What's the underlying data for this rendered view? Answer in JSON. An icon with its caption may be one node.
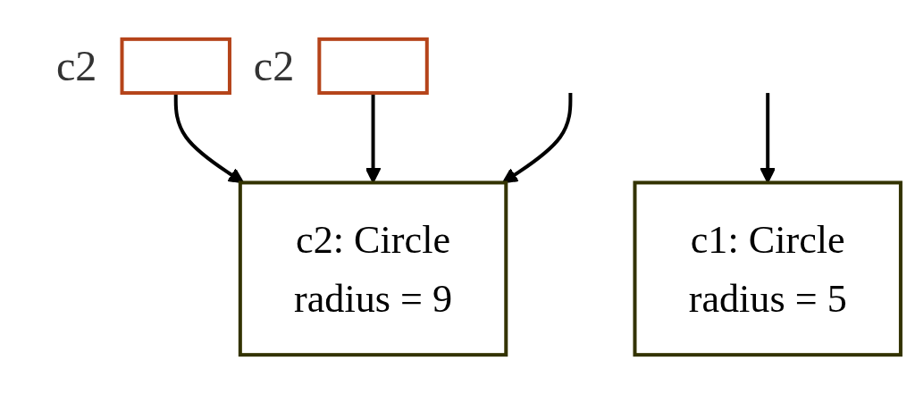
{
  "diagram": {
    "nodes": [
      {
        "text": [],
        "shape": "box",
        "beside": [
          "c2"
        ]
      },
      {
        "text": [],
        "shape": "box",
        "beside": [
          "c2"
        ]
      },
      {
        "text": [
          "c1: Circle",
          "radius = 5"
        ]
      },
      {
        "text": [
          "c2: Circle",
          "radius = 9"
        ]
      }
    ],
    "edges": [
      {
        "from": null,
        "to": 2,
        "arrow": "to"
      },
      {
        "from": 0,
        "to": 3,
        "arrow": "to"
      },
      {
        "from": 1,
        "to": 3,
        "arrow": "to"
      },
      {
        "from": null,
        "to": 3,
        "arrow": "to"
      }
    ]
  }
}
